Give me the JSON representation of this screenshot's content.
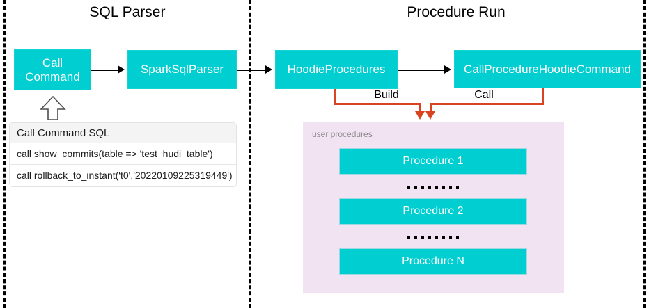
{
  "diagram": {
    "sections": [
      {
        "id": "sql-parser",
        "title": "SQL Parser"
      },
      {
        "id": "procedure-run",
        "title": "Procedure Run"
      }
    ],
    "nodes": {
      "call_command": "Call\nCommand",
      "call_command_line1": "Call",
      "call_command_line2": "Command",
      "spark_sql_parser": "SparkSqlParser",
      "hoodie_procedures": "HoodieProcedures",
      "call_procedure_hoodie_command": "CallProcedureHoodieCommand"
    },
    "edge_labels": {
      "build": "Build",
      "call": "Call"
    },
    "sql_table": {
      "header": "Call Command SQL",
      "rows": [
        "call show_commits(table => 'test_hudi_table')",
        "call rollback_to_instant('t0','20220109225319449')"
      ]
    },
    "user_procedures_panel": {
      "label": "user procedures",
      "items": [
        "Procedure 1",
        "Procedure 2",
        "Procedure N"
      ],
      "ellipsis_dots_count": 8
    },
    "colors": {
      "node_fill": "#00CED1",
      "node_text": "#FFFFFF",
      "panel_fill": "#F2E3F3",
      "panel_label_text": "#8C8C8C",
      "connector_orange": "#D9431F",
      "arrow_black": "#000000",
      "divider": "#000000",
      "table_header_fill": "#F4F4F4"
    }
  }
}
